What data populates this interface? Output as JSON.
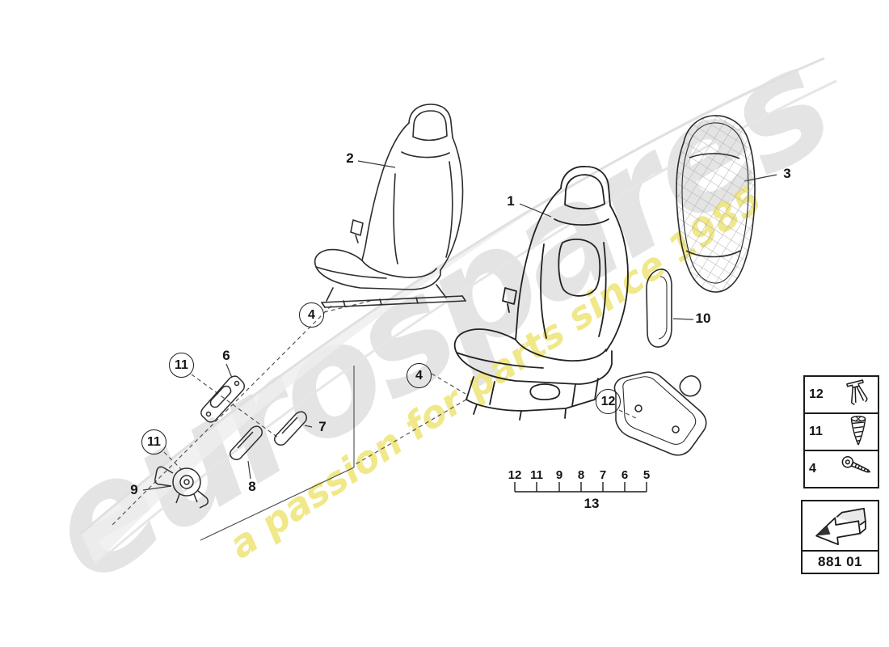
{
  "watermark": {
    "brand": "eurospares",
    "tagline": "a passion for parts since 1985"
  },
  "colors": {
    "watermark_gray": "#e4e4e4",
    "watermark_yellow": "#efe77f",
    "line": "#2d2d2d"
  },
  "callouts": {
    "n1": "1",
    "n2": "2",
    "n3": "3",
    "n4a": "4",
    "n4b": "4",
    "n6": "6",
    "n7": "7",
    "n8": "8",
    "n9": "9",
    "n10": "10",
    "n11a": "11",
    "n11b": "11",
    "n12": "12",
    "n13": "13"
  },
  "bottom_row": [
    "12",
    "11",
    "9",
    "8",
    "7",
    "6",
    "5"
  ],
  "legend": [
    {
      "number": "12",
      "icon": "expansion-rivet-icon"
    },
    {
      "number": "11",
      "icon": "self-tapping-screw-icon"
    },
    {
      "number": "4",
      "icon": "bolt-icon"
    }
  ],
  "part_code": "881 01"
}
